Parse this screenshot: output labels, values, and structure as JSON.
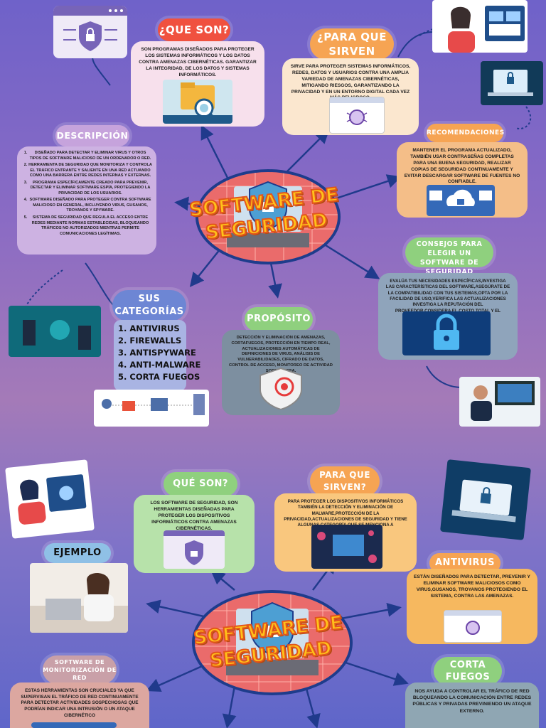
{
  "colors": {
    "accent_orange": "#f6a453",
    "accent_green": "#8fd07e",
    "accent_purple": "#c6a3dc",
    "accent_blue": "#6d86d4",
    "center_title": "#ffc21a"
  },
  "top": {
    "title": "SOFTWARE DE SEGURIDAD",
    "que_son": {
      "label": "¿QUE SON?",
      "text": "SON PROGRAMAS DISEÑADOS PARA PROTEGER LOS SISTEMAS INFORMÁTICOS Y LOS DATOS CONTRA AMENAZAS CIBERNÉTICAS. GARANTIZAR LA INTEGRIDAD, DE LOS DATOS Y SISTEMAS INFORMÁTICOS."
    },
    "para_que": {
      "label": "¿PARA QUE SIRVEN",
      "text": "SIRVE PARA PROTEGER SISTEMAS INFORMÁTICOS, REDES, DATOS Y USUARIOS CONTRA UNA AMPLIA VARIEDAD DE AMENAZAS CIBERNÉTICAS, MITIGANDO RIESGOS, GARANTIZANDO LA PRIVACIDAD Y EN UN ENTORNO DIGITAL CADA VEZ MÁS PELIGROSO."
    },
    "descripcion": {
      "label": "DESCRIPCIÓN",
      "items": [
        "DISEÑADO PARA DETECTAR Y ELIMINAR VIRUS Y OTROS TIPOS DE SOFTWARE MALICIOSO DE UN ORDENADOR O RED.",
        "HERRAMIENTA DE SEGURIDAD QUE MONITORIZA Y CONTROLA EL TRÁFICO ENTRANTE Y SALIENTE EN UNA RED ACTUANDO COMO UNA BARRERA ENTRE REDES INTERNAS Y EXTERNAS.",
        "PROGRAMA ESPECÍFICAMENTE CREADO PARA PREVENIR, DETECTAR Y ELIMINAR SOFTWARE ESPÍA, PROTEGIENDO LA PRIVACIDAD DE LOS USUARIOS.",
        "SOFTWARE DISEÑADO PARA PROTEGER CONTRA SOFTWARE MALICIOSO EN GENERAL, INCLUYENDO VIRUS, GUSANOS, TROYANOS Y SPYWARE.",
        "SISTEMA DE SEGURIDAD QUE REGULA EL ACCESO ENTRE REDES MEDIANTE NORMAS ESTABLECIDAS, BLOQUEANDO TRÁFICOS NO AUTORIZADOS MIENTRAS PERMITE COMUNICACIONES LEGÍTIMAS."
      ]
    },
    "recomendaciones": {
      "label": "RECOMENDACIONES",
      "text": "MANTENER EL PROGRAMA ACTUALIZADO, TAMBIÉN USAR CONTRASEÑAS COMPLETAS PARA UNA BUENA SEGURIDAD, REALIZAR COPIAS DE SEGURIDAD CONTINUAMENTE Y EVITAR DESCARGAR SOFTWARE DE FUENTES NO CONFIABLE."
    },
    "consejos": {
      "label": "CONSEJOS PARA ELEGIR UN SOFTWARE DE SEGURIDAD",
      "text": "EVALÚA TUS NECESIDADES ESPECÍFICAS,INVESTIGA LAS CARACTERÍSTICAS DEL SOFTWARE,ASEGÚRATE DE LA COMPATIBILIDAD CON TUS SISTEMAS,OPTA POR LA FACILIDAD DE USO,VERIFICA LAS ACTUALIZACIONES INVESTIGA LA REPUTACIÓN DEL PROVEEDOR,CONSIDERA EL COSTO TOTAL Y EL LICENCIAMIENTO."
    },
    "categorias": {
      "label": "SUS CATEGORÍAS",
      "items": [
        "1. ANTIVIRUS",
        "2. FIREWALLS",
        "3. ANTISPYWARE",
        "4. ANTI-MALWARE",
        "5. CORTA FUEGOS"
      ]
    },
    "proposito": {
      "label": "PROPÓSITO",
      "text": "DETECCIÓN Y ELIMINACIÓN DE AMENAZAS, CORTAFUEGOS, PROTECCIÓN EN TIEMPO REAL, ACTUALIZACIONES AUTOMÁTICAS DE DEFINICIONES DE VIRUS, ANÁLISIS DE VULNERABILIDADES, CIFRADO DE DATOS, CONTROL DE ACCESO, MONITOREO DE ACTIVIDAD SOSPECHOSA."
    }
  },
  "bottom": {
    "title": "SOFTWARE DE SEGURIDAD",
    "que_son": {
      "label": "QUÉ SON?",
      "text": "LOS SOFTWARE DE SEGURIDAD, SON HERRAMIENTAS DISEÑADAS PARA PROTEGER LOS DISPOSITIVOS INFORMÁTICOS CONTRA AMENAZAS CIBERNÉTICAS."
    },
    "para_que": {
      "label": "PARA QUE SIRVEN?",
      "text": "PARA PROTEGER LOS DISPOSITIVOS INFORMÁTICOS TAMBIÉN LA DETECCIÓN Y ELIMINACIÓN DE MALWARE,PROTECCIÓN DE LA PRIVACIDAD,ACTUALIZACIONES DE SEGURIDAD Y TIENE ALGUNAS CATEGORÍA QUE SE MENCIONA A CONTINUACIÓN...."
    },
    "ejemplo": {
      "label": "EJEMPLO"
    },
    "antivirus": {
      "label": "ANTIVIRUS",
      "text": "ESTÁN DISEÑADOS PARA DETECTAR, PREVENIR Y ELIMINAR SOFTWARE MALICIOSOS COMO VIRUS,GUSANOS, TROYANOS PROTEGIENDO EL SISTEMA, CONTRA LAS AMENAZAS."
    },
    "monitorizacion": {
      "label": "SOFTWARE DE MONITORIZACIÓN DE RED",
      "text": "ESTAS HERRAMIENTAS SON CRUCIALES YA QUE SUPERVISAN EL TRÁFICO DE RED CONTINUAMENTE PARA DETECTAR ACTIVIDADES SOSPECHOSAS QUE PODRÍAN INDICAR UNA INTRUSIÓN O UN ATAQUE CIBERNÉTICO"
    },
    "corta_fuegos": {
      "label": "CORTA FUEGOS",
      "text": "NOS AYUDA A CONTROLAR EL TRÁFICO DE RED BLOQUEANDO LA COMUNICACIÓN ENTRE REDES PÚBLICAS Y PRIVADAS PREVINIENDO UN ATAQUE EXTERNO."
    }
  }
}
